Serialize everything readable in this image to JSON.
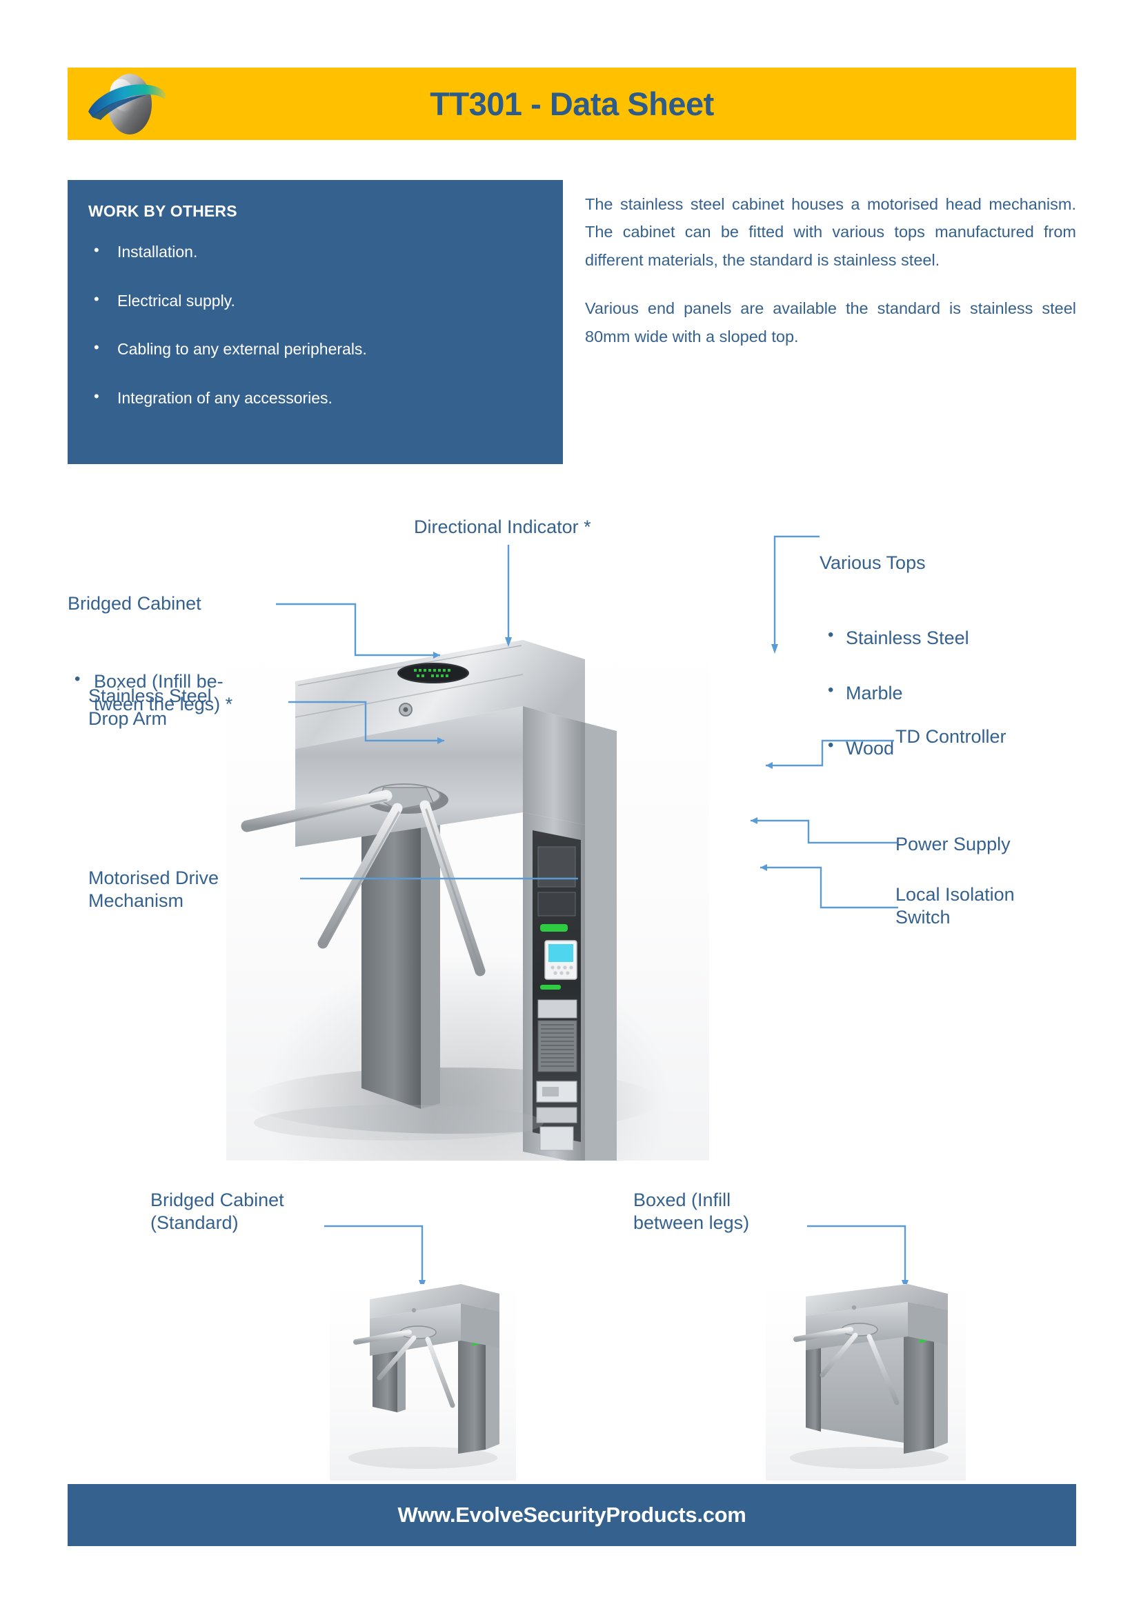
{
  "header": {
    "title": "TT301 - Data Sheet",
    "band_color": "#FFC000",
    "title_color": "#2E5C8A",
    "logo_name": "evolve-planet-logo"
  },
  "work_box": {
    "heading": "WORK BY OTHERS",
    "background_color": "#35618E",
    "items": [
      "Installation.",
      "Electrical supply.",
      "Cabling to any external peripherals.",
      "Integration of any accessories."
    ]
  },
  "description": {
    "paragraphs": [
      "The stainless steel cabinet houses a motorised head mechanism. The cabinet can be fitted with various tops manufactured from different materials, the standard is stainless steel.",
      "Various end panels are available the standard is stainless steel  80mm wide with a sloped top."
    ]
  },
  "diagram": {
    "callouts": {
      "bridged_cabinet_title": "Bridged Cabinet",
      "bridged_cabinet_bullet": "Boxed (Infill be-\ntween the legs) *",
      "directional_indicator": "Directional Indicator *",
      "various_tops_title": "Various Tops",
      "various_tops_items": [
        "Stainless Steel",
        "Marble",
        "Wood"
      ],
      "stainless_steel_drop_arm": "Stainless Steel\nDrop Arm",
      "td_controller": "TD Controller",
      "power_supply": "Power Supply",
      "local_isolation_switch": "Local Isolation\nSwitch",
      "motorised_drive_mechanism": "Motorised Drive\nMechanism"
    },
    "leader_color": "#5B9BD5"
  },
  "variants": [
    {
      "label": "Bridged Cabinet\n(Standard)",
      "image_name": "turnstile-bridged-cabinet-thumbnail"
    },
    {
      "label": "Boxed (Infill\nbetween legs)",
      "image_name": "turnstile-boxed-infill-thumbnail"
    }
  ],
  "footer": {
    "website": "Www.EvolveSecurityProducts.com",
    "background_color": "#35618E"
  }
}
